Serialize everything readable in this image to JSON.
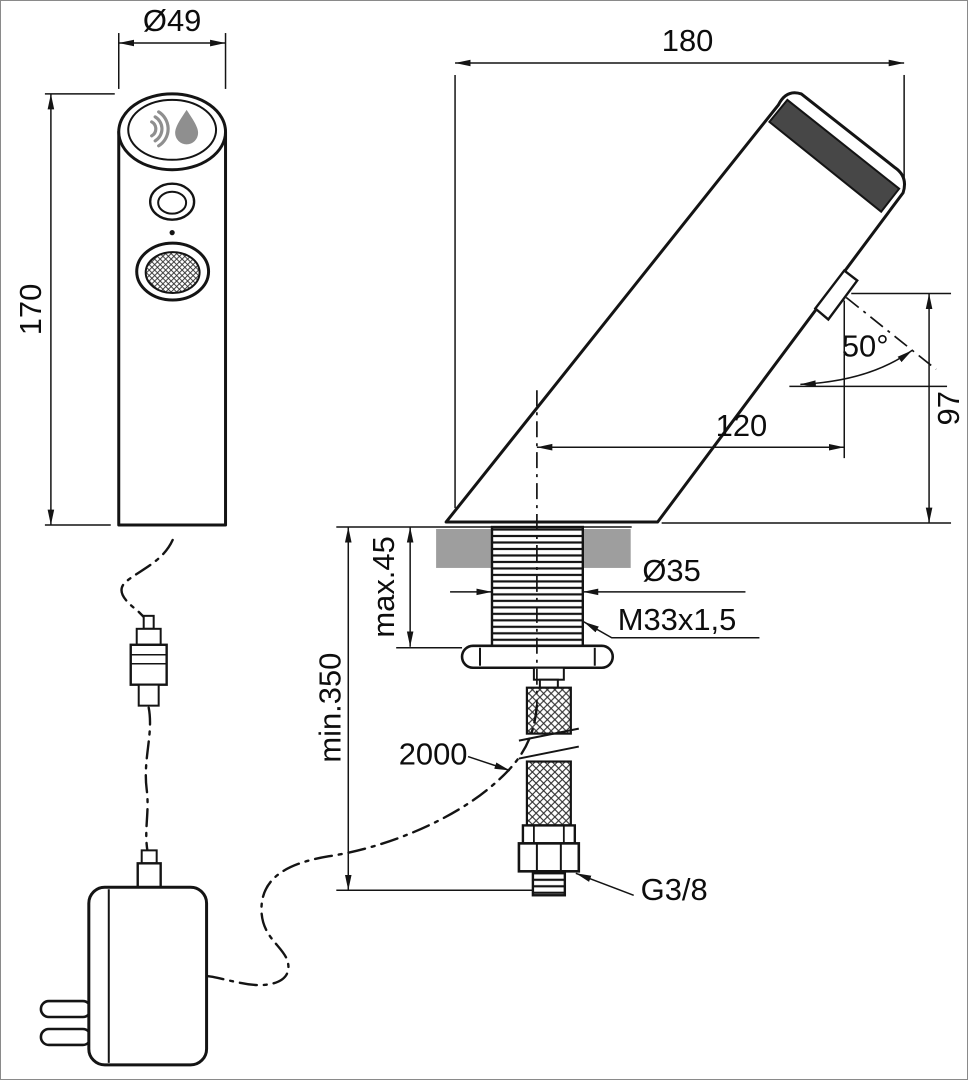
{
  "drawing": {
    "labels": {
      "top_diameter": "Ø49",
      "body_height": "170",
      "overall_length": "180",
      "spray_angle": "50°",
      "spout_height": "97",
      "spout_reach": "120",
      "max_deck": "max.45",
      "hole_diameter": "Ø35",
      "shank_thread": "M33x1,5",
      "min_clearance": "min.350",
      "cable_length": "2000",
      "inlet_thread": "G3/8"
    },
    "colors": {
      "line": "#141414",
      "deck_gray": "#9e9e9e",
      "icon_gray": "#8f8f8f",
      "cap_dark": "#474747"
    }
  }
}
